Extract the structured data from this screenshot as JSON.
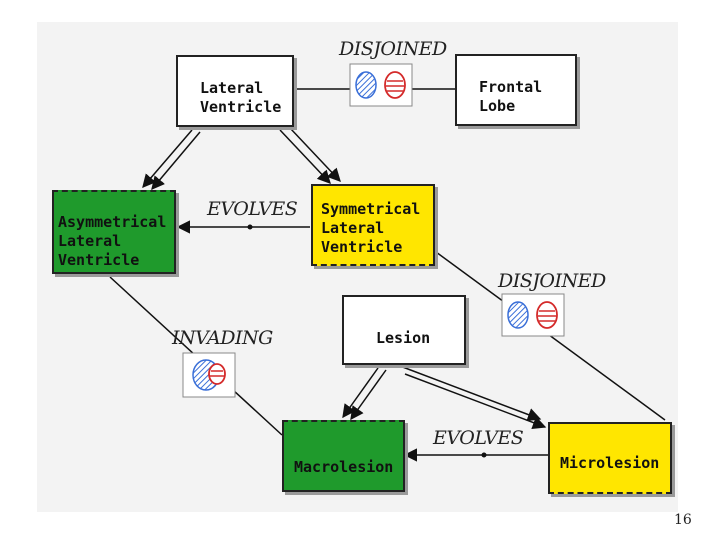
{
  "colors": {
    "green": "#1f9a2c",
    "yellow": "#ffe600",
    "white": "#ffffff",
    "hatch_blue": "#3a6fd8",
    "stripe_red": "#d42a2a"
  },
  "nodes": {
    "lateral_ventricle": "Lateral\nVentricle",
    "frontal_lobe": "Frontal\nLobe",
    "asymmetrical_lateral_ventricle": "Asymmetrical\nLateral\nVentricle",
    "symmetrical_lateral_ventricle": "Symmetrical\nLateral\nVentricle",
    "lesion": "Lesion",
    "macrolesion": "Macrolesion",
    "microlesion": "Microlesion"
  },
  "relations": {
    "disjoined_top": "DISJOINED",
    "evolves_top": "EVOLVES",
    "disjoined_right": "DISJOINED",
    "invading": "INVADING",
    "evolves_bottom": "EVOLVES"
  },
  "icons": {
    "disjoined_top": "disjoined-circles-icon",
    "disjoined_right": "disjoined-circles-icon",
    "invading": "invading-circles-icon"
  },
  "page_number": "16"
}
